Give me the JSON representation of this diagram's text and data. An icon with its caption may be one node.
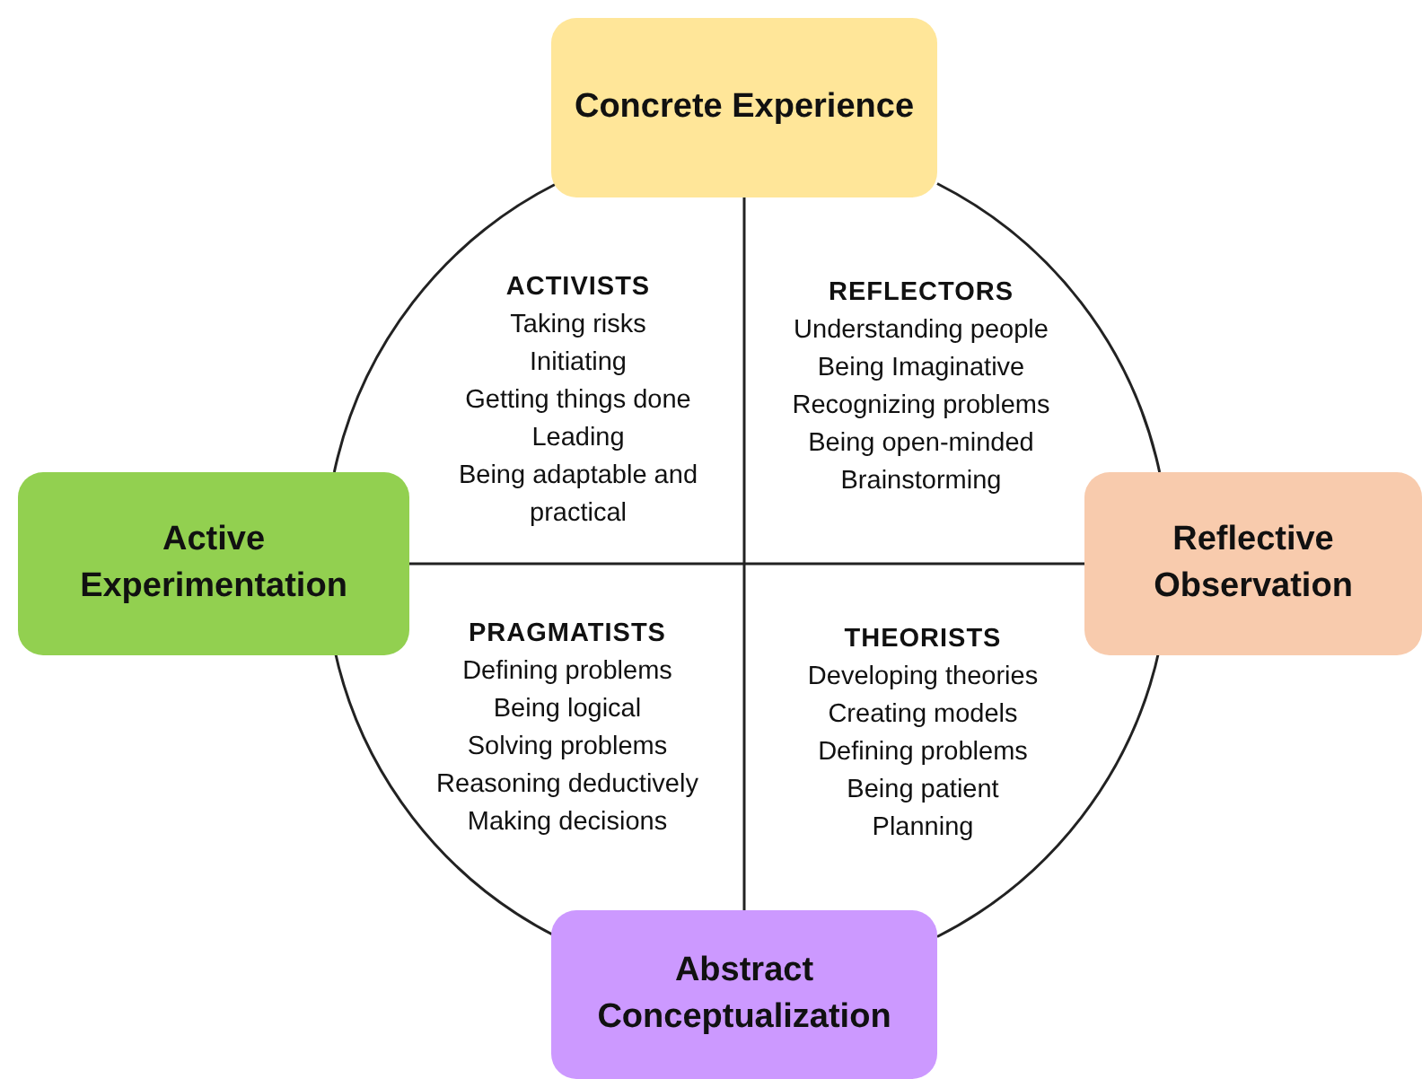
{
  "diagram": {
    "nodes": [
      {
        "text": [
          "Concrete Experience"
        ]
      },
      {
        "text": [
          "ACTIVISTS",
          "Taking risks",
          "Initiating",
          "Getting things done",
          "Leading",
          "Being adaptable and practical"
        ]
      },
      {
        "text": [
          "REFLECTORS",
          "Understanding people",
          "Being Imaginative",
          "Recognizing problems",
          "Being open-minded",
          "Brainstorming"
        ]
      },
      {
        "text": [
          "Active Experimentation"
        ]
      },
      {
        "text": [
          "Reflective Observation"
        ]
      },
      {
        "text": [
          "PRAGMATISTS",
          "Defining problems",
          "Being logical",
          "Solving problems",
          "Reasoning deductively",
          "Making decisions"
        ]
      },
      {
        "text": [
          "THEORISTS",
          "Developing theories",
          "Creating models",
          "Defining problems",
          "Being patient",
          "Planning"
        ]
      },
      {
        "text": [
          "Abstract Conceptualization"
        ]
      }
    ],
    "edges": [
      {
        "from": 0,
        "to": 7,
        "arrow": "none"
      },
      {
        "from": 3,
        "to": 4,
        "arrow": "none"
      }
    ]
  }
}
